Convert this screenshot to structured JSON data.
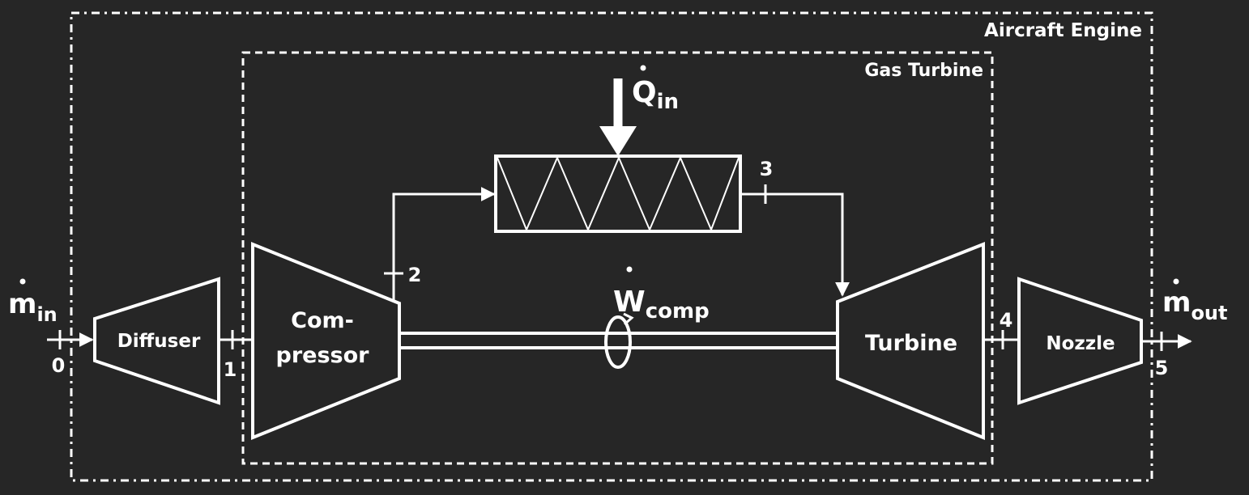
{
  "boxes": {
    "aircraft_engine": "Aircraft Engine",
    "gas_turbine": "Gas Turbine"
  },
  "components": {
    "diffuser": "Diffuser",
    "compressor_line1": "Com-",
    "compressor_line2": "pressor",
    "turbine": "Turbine",
    "nozzle": "Nozzle"
  },
  "flows": {
    "m_in": {
      "base": "m",
      "sub": "in"
    },
    "m_out": {
      "base": "m",
      "sub": "out"
    },
    "q_in": {
      "base": "Q",
      "sub": "in"
    },
    "w_comp": {
      "base": "W",
      "sub": "comp"
    }
  },
  "stations": {
    "s0": "0",
    "s1": "1",
    "s2": "2",
    "s3": "3",
    "s4": "4",
    "s5": "5"
  },
  "colors": {
    "background": "#262626",
    "stroke": "#ffffff"
  }
}
